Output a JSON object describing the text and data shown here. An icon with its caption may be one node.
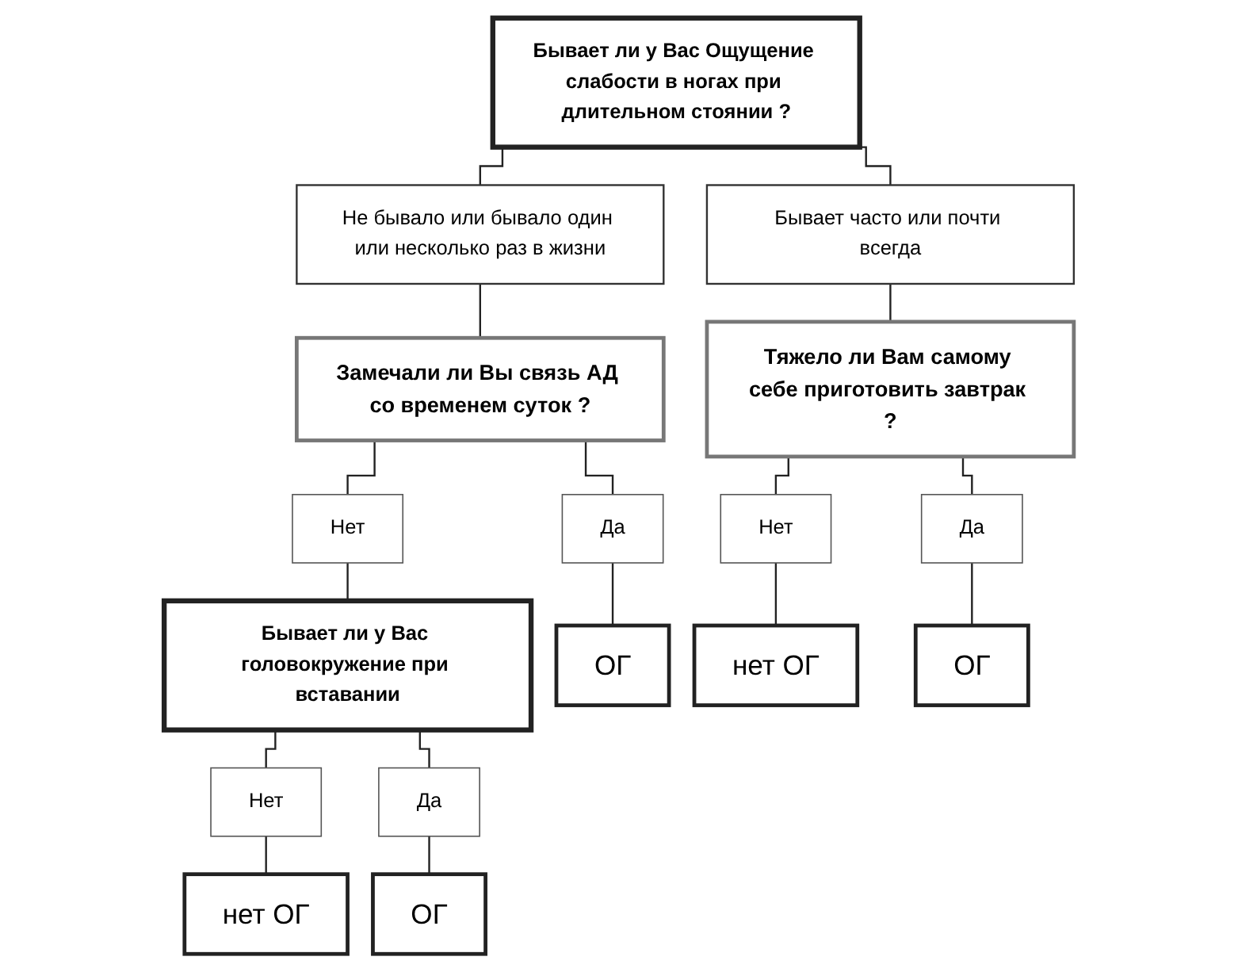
{
  "diagram": {
    "nodes": [
      {
        "text": [
          "Бывает ли у Вас Ощущение слабости в ногах при длительном стоянии ?"
        ]
      },
      {
        "text": [
          "Не бывало или бывало один или несколько раз в жизни"
        ]
      },
      {
        "text": [
          "Бывает часто или почти всегда"
        ]
      },
      {
        "text": [
          "Замечали ли Вы связь АД со временем суток ?"
        ]
      },
      {
        "text": [
          "Тяжело ли Вам самому себе приготовить завтрак ?"
        ]
      },
      {
        "text": [
          "Нет"
        ]
      },
      {
        "text": [
          "Да"
        ]
      },
      {
        "text": [
          "Нет"
        ]
      },
      {
        "text": [
          "Да"
        ]
      },
      {
        "text": [
          "Бывает ли у Вас головокружение при вставании"
        ]
      },
      {
        "text": [
          "ОГ"
        ]
      },
      {
        "text": [
          "нет ОГ"
        ]
      },
      {
        "text": [
          "ОГ"
        ]
      },
      {
        "text": [
          "Нет"
        ]
      },
      {
        "text": [
          "Да"
        ]
      },
      {
        "text": [
          "нет ОГ"
        ]
      },
      {
        "text": [
          "ОГ"
        ]
      }
    ],
    "edges": [
      {
        "from": 0,
        "to": 1,
        "arrow": "none"
      },
      {
        "from": 0,
        "to": 2,
        "arrow": "none"
      },
      {
        "from": 1,
        "to": 3,
        "arrow": "none"
      },
      {
        "from": 2,
        "to": 4,
        "arrow": "none"
      },
      {
        "from": 3,
        "to": 5,
        "arrow": "none"
      },
      {
        "from": 3,
        "to": 6,
        "arrow": "none"
      },
      {
        "from": 4,
        "to": 7,
        "arrow": "none"
      },
      {
        "from": 4,
        "to": 8,
        "arrow": "none"
      },
      {
        "from": 5,
        "to": 9,
        "arrow": "none"
      },
      {
        "from": 6,
        "to": 10,
        "arrow": "none"
      },
      {
        "from": 7,
        "to": 11,
        "arrow": "none"
      },
      {
        "from": 8,
        "to": 12,
        "arrow": "none"
      },
      {
        "from": 9,
        "to": 13,
        "arrow": "none"
      },
      {
        "from": 9,
        "to": 14,
        "arrow": "none"
      },
      {
        "from": 13,
        "to": 15,
        "arrow": "none"
      },
      {
        "from": 14,
        "to": 16,
        "arrow": "none"
      }
    ]
  }
}
